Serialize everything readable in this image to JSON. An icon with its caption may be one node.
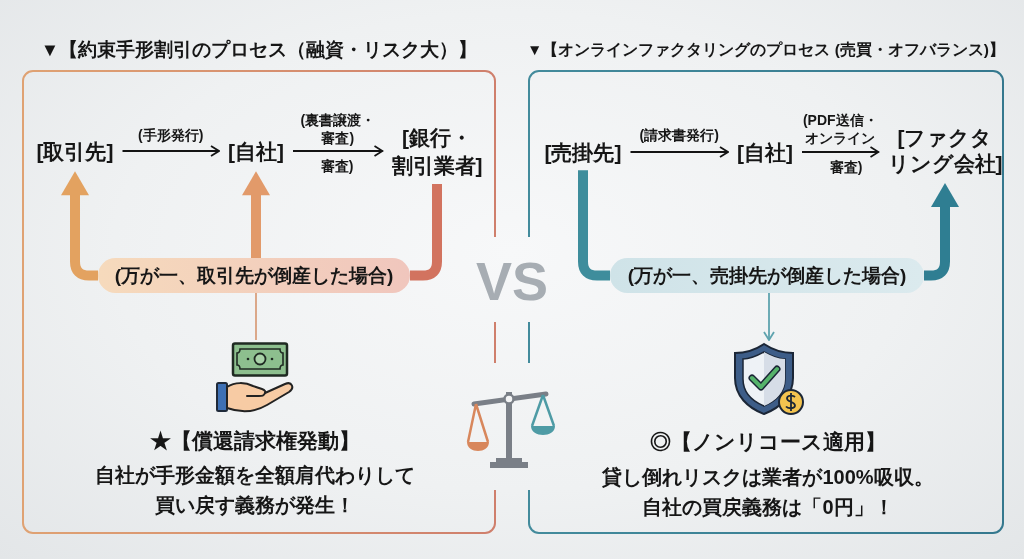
{
  "diagram": {
    "nodes": [
      {
        "text": [
          "▼【約束手形割引のプロセス（融資・リスク大）】"
        ]
      },
      {
        "text": [
          "[取引先]"
        ],
        "in": 0
      },
      {
        "text": [
          "[自社]"
        ],
        "in": 0
      },
      {
        "text": [
          "[銀行・割引業者]"
        ],
        "in": 0
      },
      {
        "text": [
          "(万が一、取引先が倒産した場合)"
        ],
        "in": 0
      },
      {
        "text": [],
        "shape": "picture",
        "in": 0,
        "beside": [
          "★【償還請求権発動】",
          "自社が手形金額を全額肩代わりして買い戻す義務が発生！"
        ]
      },
      {
        "text": [
          "▼【オンラインファクタリングのプロセス (売買・オフバランス)】"
        ]
      },
      {
        "text": [
          "[売掛先]"
        ],
        "in": 6
      },
      {
        "text": [
          "[自社]"
        ],
        "in": 6
      },
      {
        "text": [
          "[ファクタリング会社]"
        ],
        "in": 6
      },
      {
        "text": [
          "(万が一、売掛先が倒産した場合)"
        ],
        "in": 6
      },
      {
        "text": [],
        "shape": "picture",
        "in": 6,
        "beside": [
          "◎【ノンリコース適用】",
          "貸し倒れリスクは業者が100%吸収。自社の買戻義務は「0円」！"
        ]
      }
    ],
    "edges": [
      {
        "from": 1,
        "to": 2,
        "arrow": "to",
        "label": "(手形発行)"
      },
      {
        "from": 2,
        "to": 3,
        "arrow": "to",
        "label": "(裏書譲渡・審査)"
      },
      {
        "from": 3,
        "to": 4,
        "arrow": "none",
        "style": "thick",
        "color": "#d2735f"
      },
      {
        "from": 4,
        "to": 1,
        "arrow": "to",
        "style": "thick",
        "color": "#e3a260"
      },
      {
        "from": 4,
        "to": 2,
        "arrow": "to",
        "style": "thick",
        "color": "#e29a6a"
      },
      {
        "from": 4,
        "to": 5,
        "arrow": "none",
        "color": "#d9a07e"
      },
      {
        "from": 7,
        "to": 8,
        "arrow": "to",
        "label": "(請求書発行)"
      },
      {
        "from": 8,
        "to": 9,
        "arrow": "to",
        "label": "(PDF送信・オンライン"
      },
      {
        "from": 7,
        "to": 10,
        "arrow": "none",
        "style": "thick",
        "color": "#3e8d9c"
      },
      {
        "from": 10,
        "to": 9,
        "arrow": "to",
        "style": "thick",
        "color": "#2f7e92"
      },
      {
        "from": 10,
        "to": 11,
        "arrow": "to",
        "color": "#5ea3ae"
      }
    ],
    "labels": [
      "審査)",
      "審査)",
      "VS"
    ]
  }
}
